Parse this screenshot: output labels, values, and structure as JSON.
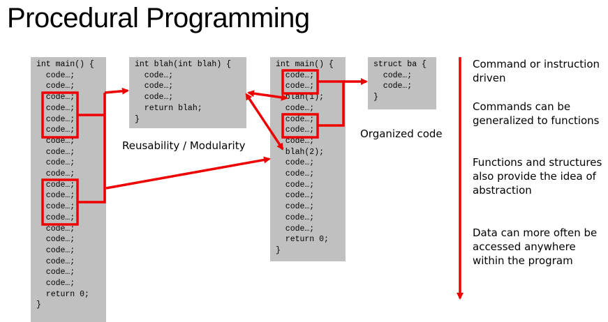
{
  "slide": {
    "title": "Procedural Programming"
  },
  "boxes": {
    "main_left": {
      "lines": [
        "int main() {",
        "  code…;",
        "  code…;",
        "  code…;",
        "  code…;",
        "  code…;",
        "  code…;",
        "  code…;",
        "  code…;",
        "  code…;",
        "  code…;",
        "  code…;",
        "  code…;",
        "  code…;",
        "  code…;",
        "  code…;",
        "  code…;",
        "  code…;",
        "  code…;",
        "  code…;",
        "  code…;",
        "  return 0;",
        "}"
      ]
    },
    "blah_func": {
      "lines": [
        "int blah(int blah) {",
        "  code…;",
        "  code…;",
        "  code…;",
        "  return blah;",
        "}"
      ]
    },
    "main_right": {
      "lines": [
        "int main() {",
        "  code…;",
        "  code…;",
        "  blah(1);",
        "  code…;",
        "  code…;",
        "  code…;",
        "  code…;",
        "  blah(2);",
        "  code…;",
        "  code…;",
        "  code…;",
        "  code…;",
        "  code…;",
        "  code…;",
        "  code…;",
        "  return 0;",
        "}"
      ]
    },
    "struct_ba": {
      "lines": [
        "struct ba {",
        "  code…;",
        "  code…;",
        "}"
      ]
    }
  },
  "labels": {
    "reusability": "Reusability / Modularity",
    "organized": "Organized code"
  },
  "notes": [
    "Command or instruction driven",
    "Commands can be generalized to functions",
    "Functions and structures also provide the idea of abstraction",
    "Data can more often be accessed anywhere within the program"
  ],
  "colors": {
    "accent": "#ee0000",
    "box_fill": "#c0c0c0"
  }
}
